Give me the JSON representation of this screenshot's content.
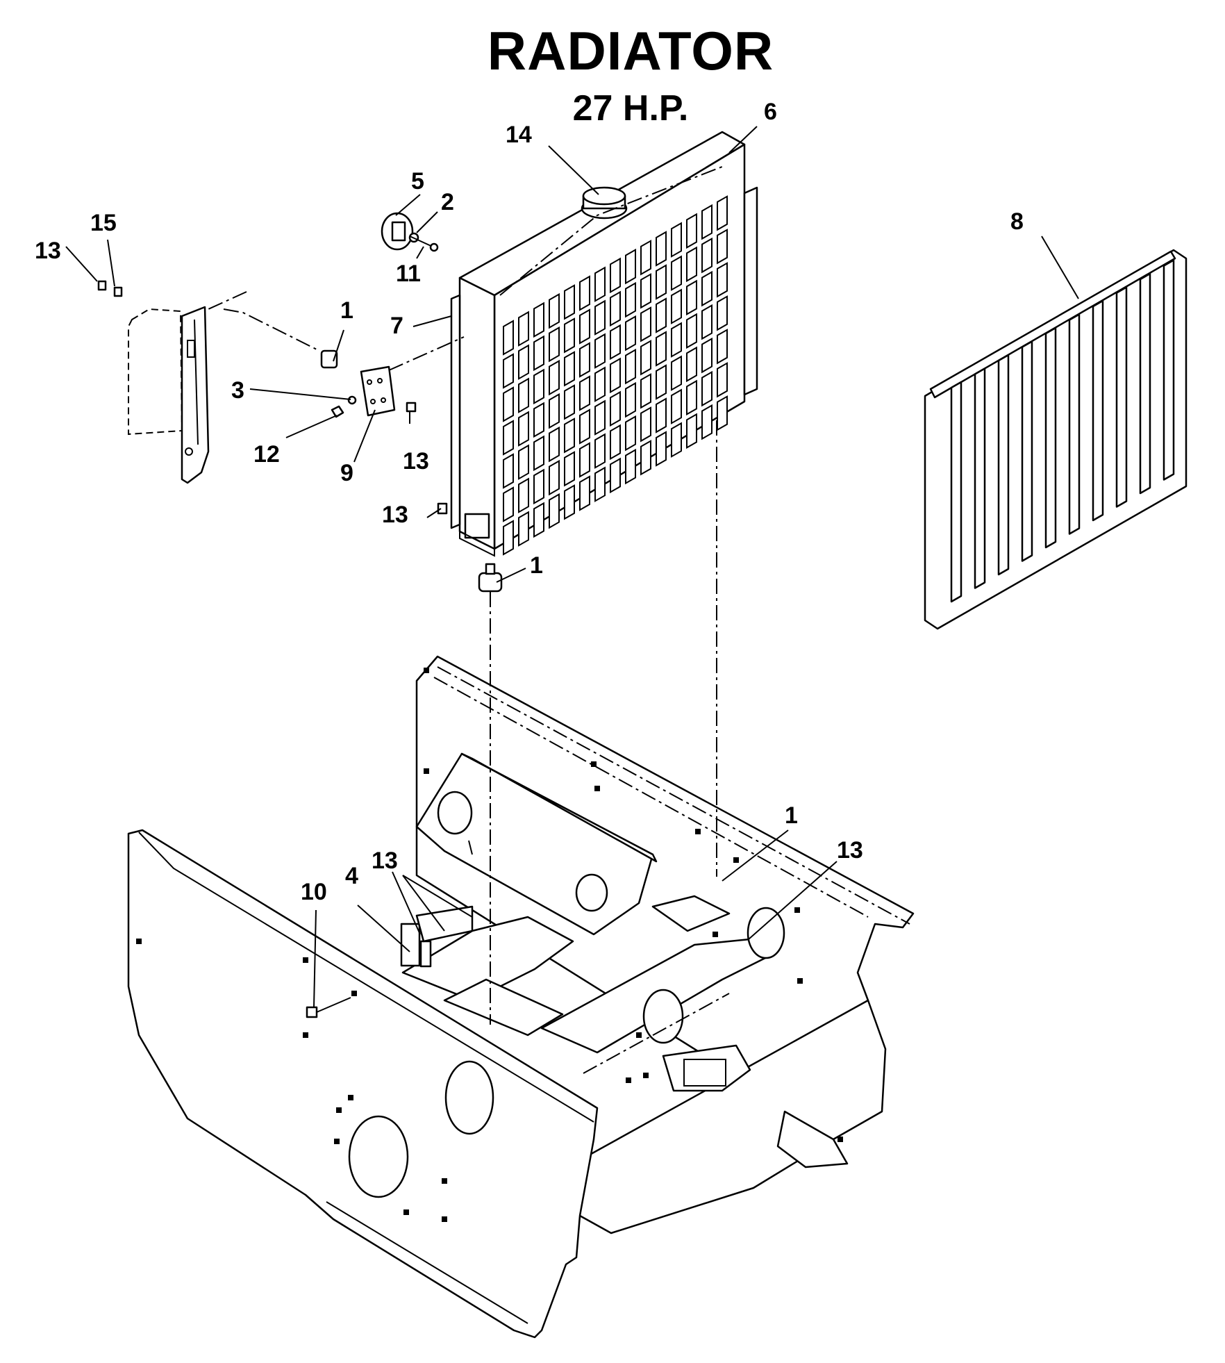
{
  "title": "RADIATOR",
  "subtitle": "27 H.P.",
  "callouts": {
    "c1a": "1",
    "c1b": "1",
    "c1c": "1",
    "c2": "2",
    "c3": "3",
    "c4": "4",
    "c5": "5",
    "c6": "6",
    "c7": "7",
    "c8": "8",
    "c9": "9",
    "c10": "10",
    "c11": "11",
    "c12": "12",
    "c13a": "13",
    "c13b": "13",
    "c13c": "13",
    "c13d": "13",
    "c13e": "13",
    "c14": "14",
    "c15": "15"
  }
}
